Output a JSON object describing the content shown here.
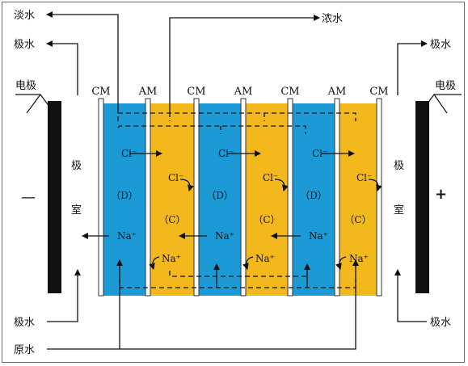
{
  "labels": {
    "dilute_water": "淡水",
    "concentrate_water": "浓水",
    "electrode_water_out_left": "极水",
    "electrode_water_out_right": "极水",
    "electrode_left": "电极",
    "electrode_right": "电极",
    "electrode_water_in_left": "极水",
    "electrode_water_in_right": "极水",
    "raw_water": "原水",
    "minus": "—",
    "plus": "+",
    "chamber_left_1": "极",
    "chamber_left_2": "室",
    "chamber_right_1": "极",
    "chamber_right_2": "室"
  },
  "membranes": [
    "CM",
    "AM",
    "CM",
    "AM",
    "CM",
    "AM",
    "CM"
  ],
  "ions": {
    "chloride": "Cl⁻",
    "sodium": "Na⁺"
  },
  "compartments": [
    {
      "code": "（D）",
      "color": "#1b9ad6"
    },
    {
      "code": "（C）",
      "color": "#f3b81c"
    },
    {
      "code": "（D）",
      "color": "#1b9ad6"
    },
    {
      "code": "（C）",
      "color": "#f3b81c"
    },
    {
      "code": "（D）",
      "color": "#1b9ad6"
    },
    {
      "code": "（C）",
      "color": "#f3b81c"
    }
  ],
  "colors": {
    "dilute": "#1b9ad6",
    "concentrate": "#f3b81c",
    "electrode": "#111111"
  }
}
